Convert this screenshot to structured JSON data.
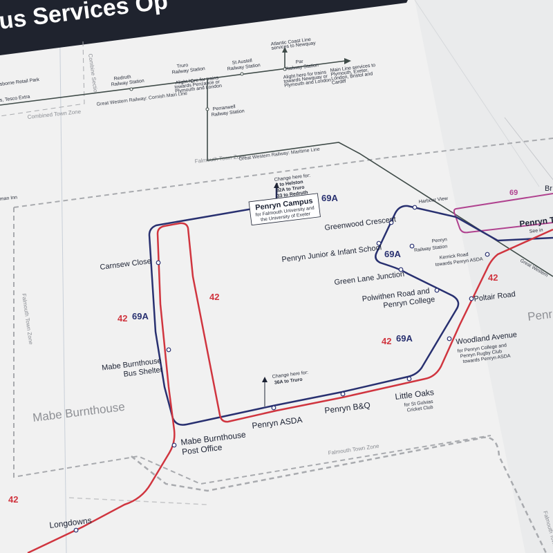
{
  "header": {
    "title": "us Services Op"
  },
  "route_colors": {
    "r42": "#d0353f",
    "r69a": "#283070",
    "r69": "#b0428f",
    "rail": "#3f4b48",
    "zone": "#a8aaae"
  },
  "zones": {
    "falmouth_1": "Falmouth Town Zone",
    "falmouth_2": "Falmouth Town Zone",
    "falmouth_3": "Falmouth Town Zone",
    "falmouth_4": "Falmouth Town Zone",
    "falmouth_5": "Falmouth Town Zone",
    "combined": "Combined Town Zone",
    "combined_side": "Combine Sectio"
  },
  "rail": {
    "main_line": "Great Western Railway: Cornish Main Line",
    "maritime_line": "Great Western Railway: Maritime Line",
    "maritime_right": "Great Western"
  },
  "top_stations": {
    "redruth_1": "Redruth",
    "redruth_2": "Railway Station",
    "truro_1": "Truro",
    "truro_2": "Railway Station",
    "truro_n1": "Alight here for trains",
    "truro_n2": "towards Penzance or",
    "truro_n3": "Plymouth and London",
    "staustell_1": "St Austell",
    "staustell_2": "Railway Station",
    "par_1": "Par",
    "par_2": "Railway Station",
    "par_n1": "Alight here for trains",
    "par_n2": "towards Newquay or",
    "par_n3": "Plymouth and London",
    "newquay_1": "Atlantic Coast Line",
    "newquay_2": "services to Newquay",
    "mainline_1": "Main Line services to",
    "mainline_2": "Plymouth, Exeter,",
    "mainline_3": "London, Bristol and",
    "mainline_4": "Cardiff",
    "perranwell_1": "Perranwell",
    "perranwell_2": "Railway Station"
  },
  "left_edge": {
    "retail": "sborne Retail Park",
    "tesco": "s, Tesco Extra",
    "inn": "man Inn"
  },
  "campus": {
    "change_1": "Change here for:",
    "change_2": "3 to Helston",
    "change_3": "32A to Truro",
    "change_4": "33 to Redruth",
    "name": "Penryn Campus",
    "sub_1": "for Falmouth University and",
    "sub_2": "the University of Exeter",
    "route": "69A"
  },
  "stops": {
    "carnsew": "Carnsew Close",
    "mabe_shelter_1": "Mabe Burnthouse",
    "mabe_shelter_2": "Bus Shelter",
    "mabe_po_1": "Mabe Burnthouse",
    "mabe_po_2": "Post Office",
    "longdowns": "Longdowns",
    "asda": "Penryn ASDA",
    "bq": "Penryn B&Q",
    "little_oaks": "Little Oaks",
    "little_oaks_n1": "for St Gulvias",
    "little_oaks_n2": "Cricket Club",
    "greenwood": "Greenwood Crescent",
    "junior": "Penryn Junior & Infant School",
    "greenlane": "Green Lane Junction",
    "polwithen_1": "Polwithen Road and",
    "polwithen_2": "Penryn College",
    "harbour": "Harbour View",
    "penryn_station_1": "Penryn",
    "penryn_station_2": "Railway Station",
    "kernick": "Kernick Road",
    "kernick_n": "towards Penryn ASDA",
    "poltair": "Poltair Road",
    "woodland": "Woodland Avenue",
    "woodland_n1": "for Penryn College and",
    "woodland_n2": "Penryn Rugby Club",
    "woodland_n3": "towards Penryn ASDA",
    "penryn_te": "Penryn Te",
    "penryn_te_n": "See in",
    "br": "Br",
    "penryn_area": "Penr"
  },
  "asda_change": {
    "line1": "Change here for:",
    "line2": "36A to Truro"
  },
  "areas": {
    "mabe": "Mabe Burnthouse"
  },
  "route_labels": {
    "r42": "42",
    "r69a": "69A",
    "r69": "69"
  }
}
